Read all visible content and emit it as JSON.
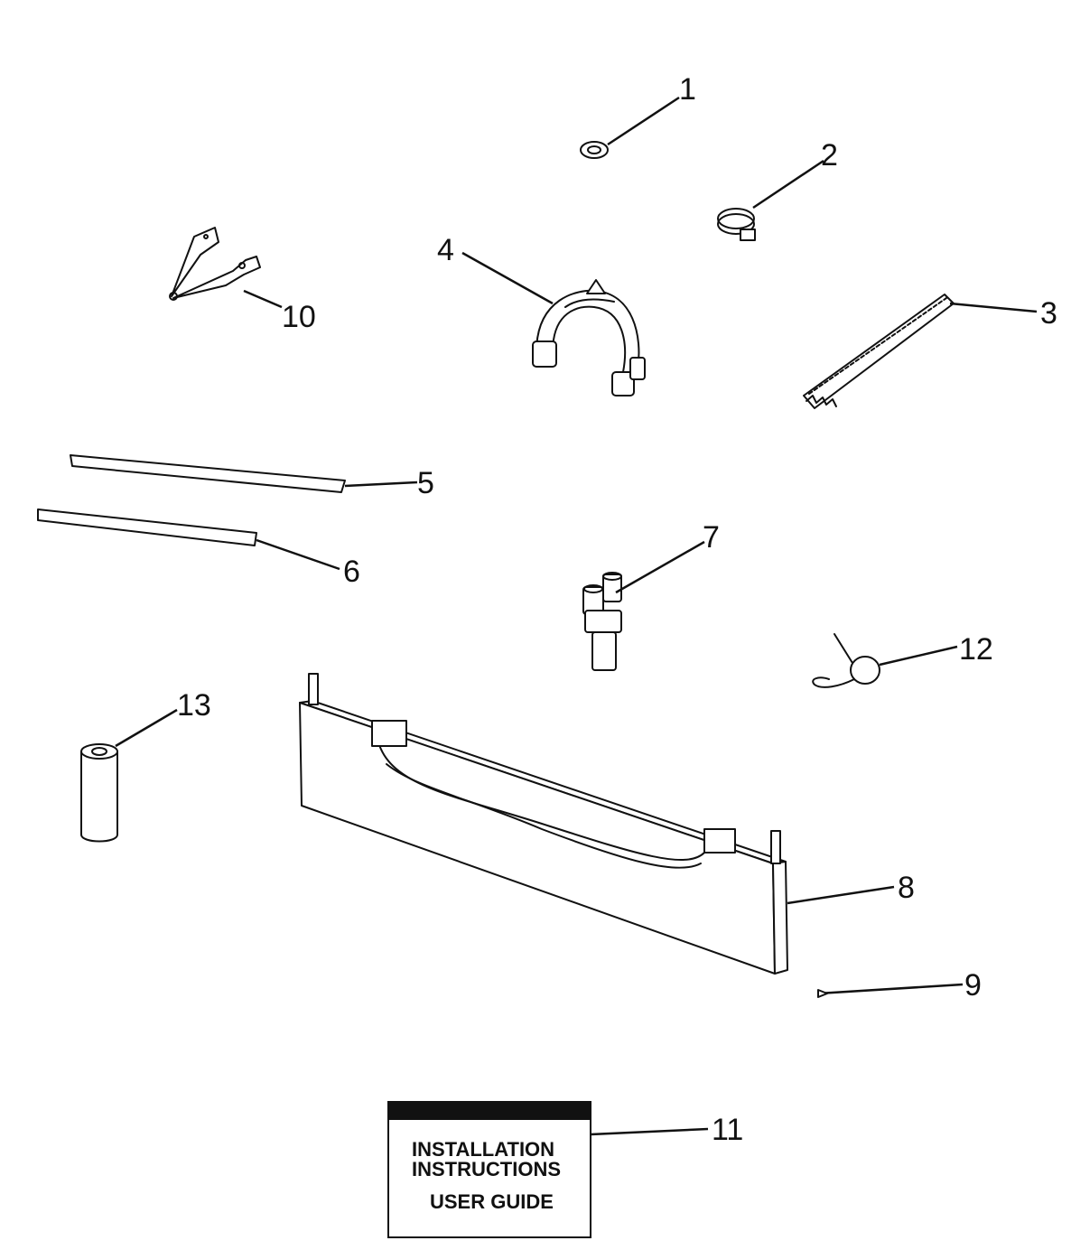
{
  "callouts": {
    "p1": "1",
    "p2": "2",
    "p3": "3",
    "p4": "4",
    "p5": "5",
    "p6": "6",
    "p7": "7",
    "p8": "8",
    "p9": "9",
    "p10": "10",
    "p11": "11",
    "p12": "12",
    "p13": "13"
  },
  "booklet": {
    "line1": "INSTALLATION",
    "line2": "INSTRUCTIONS",
    "line3": "USER GUIDE"
  }
}
